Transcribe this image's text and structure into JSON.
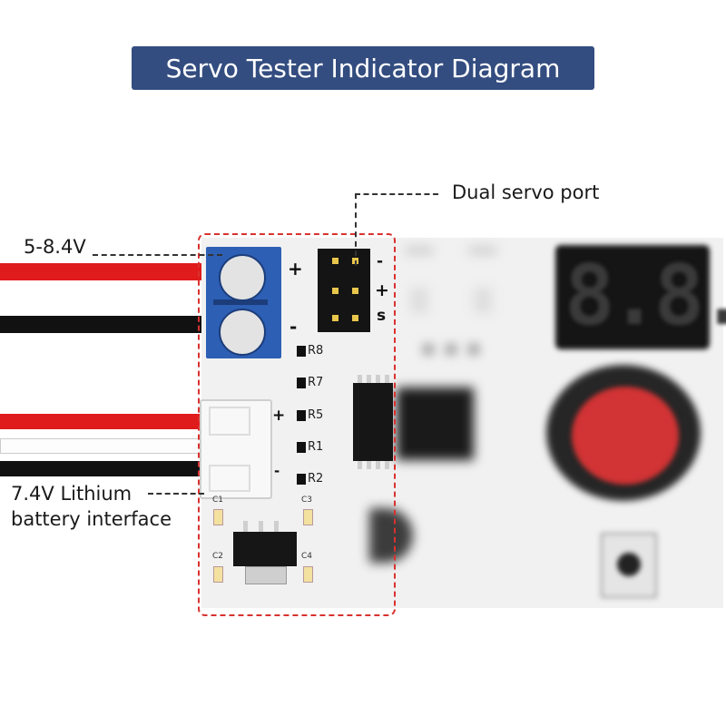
{
  "title": "Servo Tester Indicator Diagram",
  "labels": {
    "voltage": "5-8.4V",
    "servo_port": "Dual servo port",
    "battery_line1": "7.4V Lithium",
    "battery_line2": "battery interface"
  },
  "board": {
    "terminal_plus": "+",
    "terminal_minus": "-",
    "servo_minus": "-",
    "servo_plus": "+",
    "servo_signal": "s",
    "battery_plus": "+",
    "battery_minus": "-",
    "resistors": [
      "R8",
      "R7",
      "R5",
      "R1",
      "R2"
    ],
    "capacitors": [
      "C1",
      "C3",
      "C2",
      "C4"
    ],
    "display": "8.8."
  },
  "colors": {
    "banner": "#344d80",
    "highlight_border": "#d8322f",
    "terminal_block": "#2d5fb4",
    "wire_red": "#e01b1b",
    "wire_black": "#111111"
  }
}
